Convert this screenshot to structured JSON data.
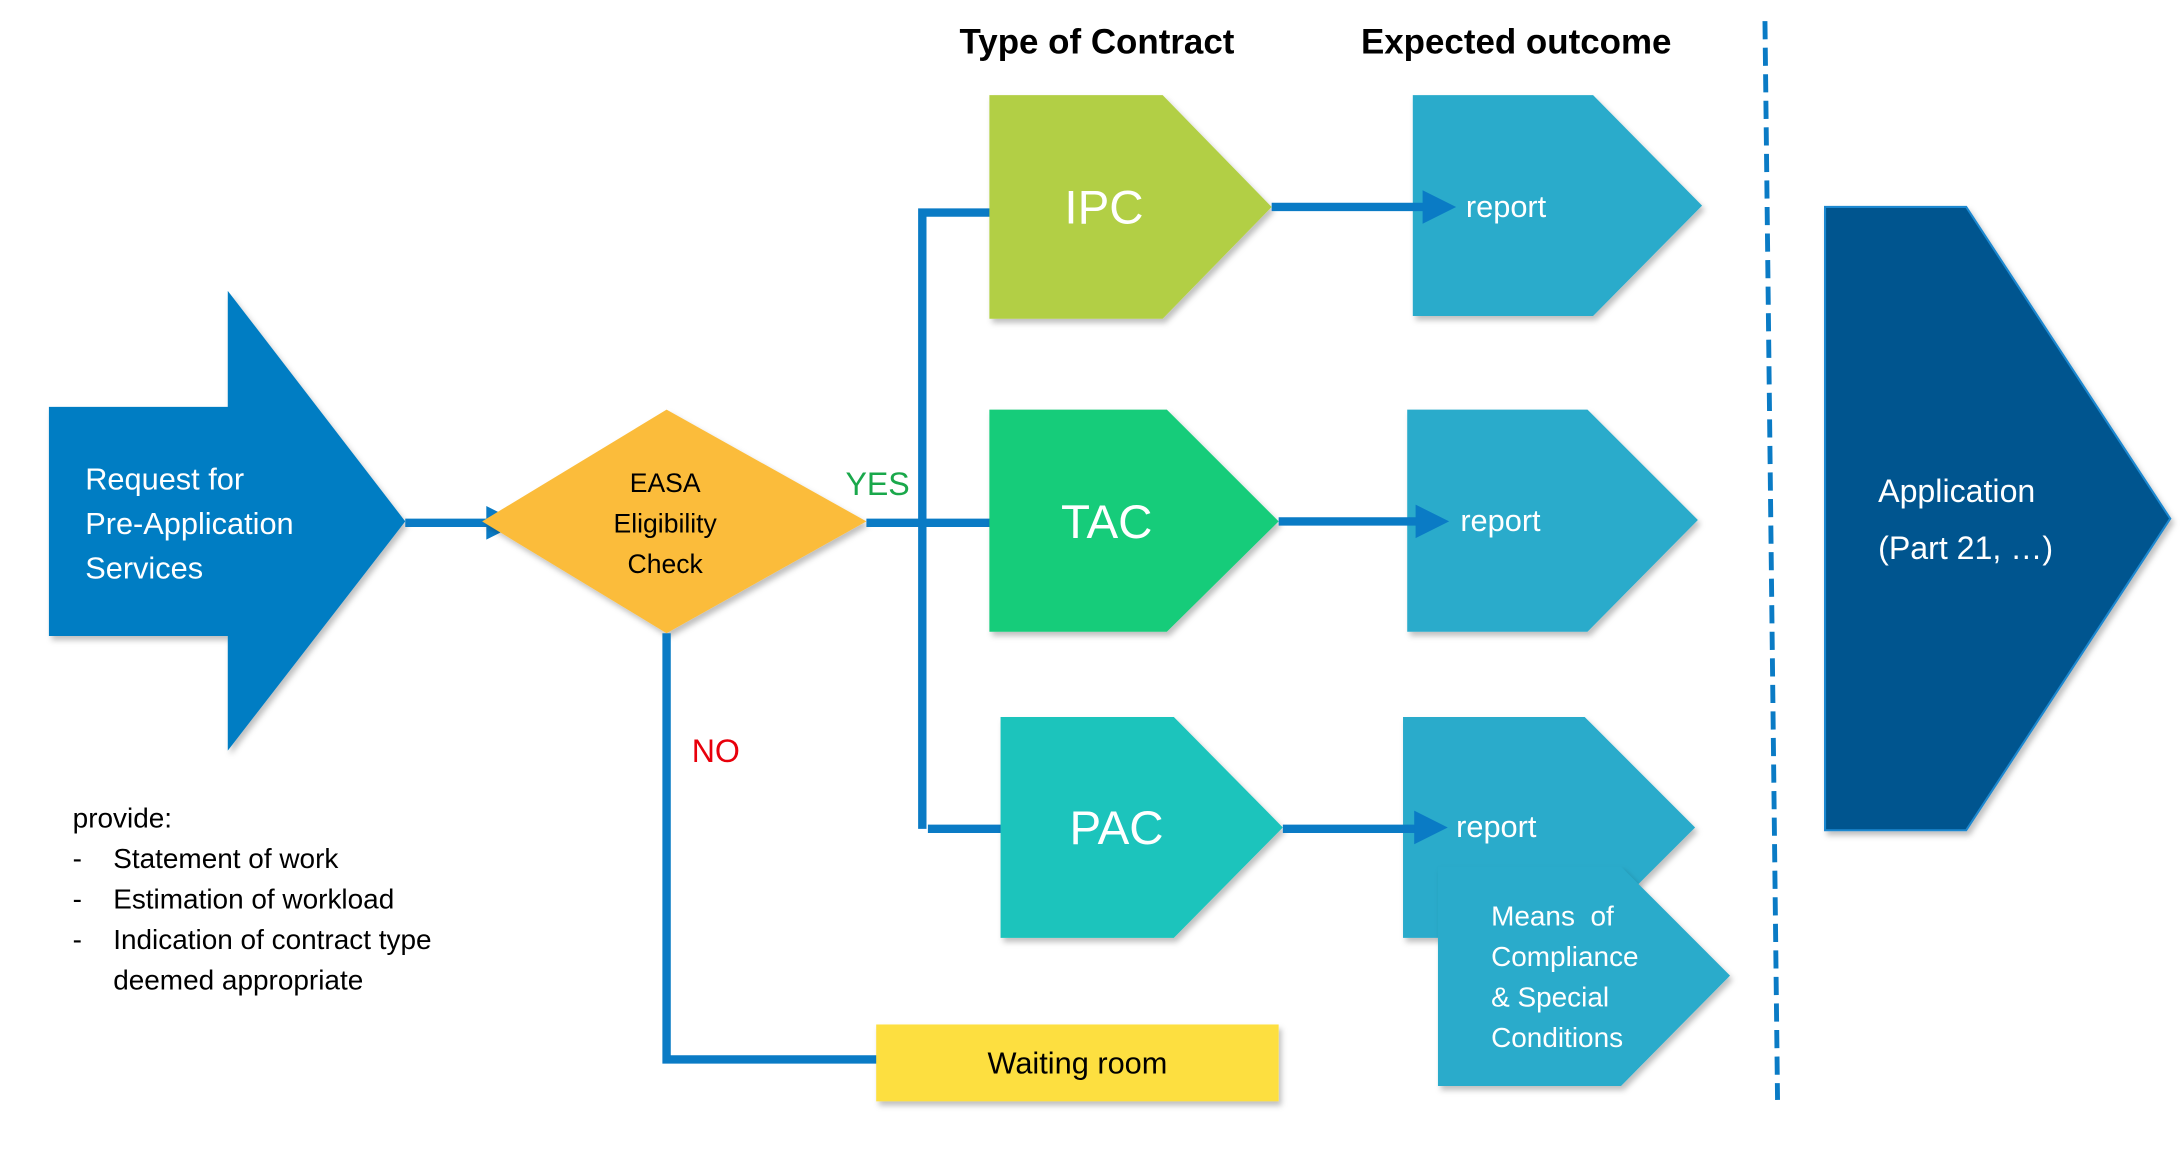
{
  "headers": {
    "contract_type": "Type of Contract",
    "expected_outcome": "Expected outcome"
  },
  "start": {
    "lines": [
      "Request for",
      "Pre-Application",
      "Services"
    ]
  },
  "decision": {
    "lines": [
      "EASA",
      "Eligibility",
      "Check"
    ],
    "yes": "YES",
    "no": "NO"
  },
  "contracts": [
    {
      "label": "IPC",
      "color": "#B2CF45"
    },
    {
      "label": "TAC",
      "color": "#19CC7A"
    },
    {
      "label": "PAC",
      "color": "#1DC4BC"
    }
  ],
  "outcomes": [
    {
      "label": "report"
    },
    {
      "label": "report"
    },
    {
      "label": "report"
    }
  ],
  "extra_outcome": {
    "lines": [
      "Means  of",
      "Compliance",
      "& Special",
      "Conditions"
    ]
  },
  "waiting": "Waiting room",
  "application": {
    "lines": [
      "Application",
      "(Part 21, …)"
    ]
  },
  "provide": {
    "title": "provide:",
    "items": [
      "Statement of work",
      "Estimation of workload",
      "Indication of contract type",
      "deemed appropriate"
    ],
    "bullet": "-"
  },
  "colors": {
    "arrow": "#0A7BC5",
    "start": "#007DC3",
    "decision": "#FBBC3A",
    "outcome": "#29ABCB",
    "application": "#02558F",
    "waiting": "#FDDF3F",
    "yes": "#1AA84B",
    "no": "#E8000B"
  }
}
